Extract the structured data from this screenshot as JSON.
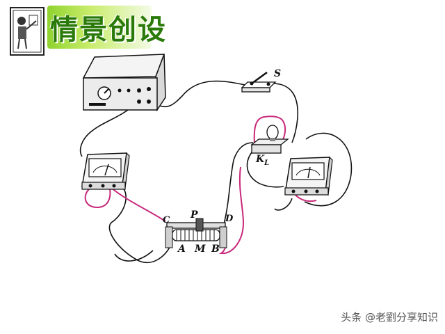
{
  "header": {
    "title": "情景创设"
  },
  "diagram": {
    "labels": {
      "switch": "S",
      "bulb_prefix": "K",
      "bulb_sub": "L",
      "slider": "P",
      "terminal_c": "C",
      "terminal_d": "D",
      "terminal_a": "A",
      "terminal_m": "M",
      "terminal_b": "B"
    }
  },
  "footer": {
    "watermark": "头条 @老劉分享知识"
  },
  "colors": {
    "wire_black": "#111111",
    "wire_magenta": "#c8287a",
    "instrument_body": "#e8e8e8",
    "banner_green": "#8fd32e",
    "title_green": "#2a7a0a"
  }
}
